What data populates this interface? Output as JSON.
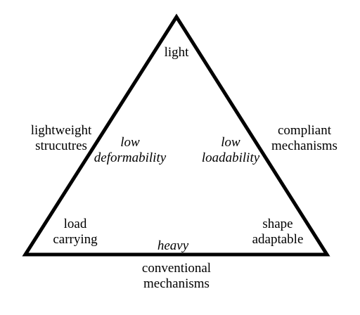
{
  "diagram": {
    "colors": {
      "stroke": "#000000",
      "background": "#ffffff"
    },
    "vertices": {
      "top": {
        "label": "light"
      },
      "bottom_left": {
        "lines": [
          "load",
          "carrying"
        ]
      },
      "bottom_right": {
        "lines": [
          "shape",
          "adaptable"
        ]
      }
    },
    "edges": {
      "left": {
        "outside": [
          "lightweight",
          "strucutres"
        ],
        "inside": [
          "low",
          "deformability"
        ]
      },
      "right": {
        "outside": [
          "compliant",
          "mechanisms"
        ],
        "inside": [
          "low",
          "loadability"
        ]
      },
      "bottom": {
        "outside": [
          "conventional",
          "mechanisms"
        ],
        "inside": "heavy"
      }
    }
  }
}
